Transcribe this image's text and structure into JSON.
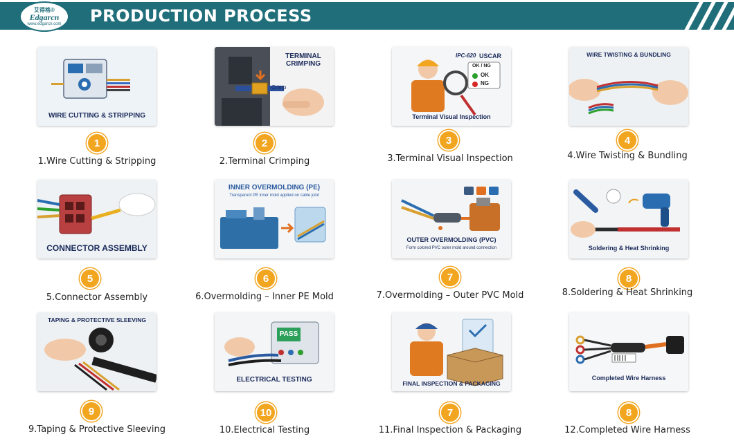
{
  "header": {
    "title": "PRODUCTION PROCESS",
    "logo_cn": "艾得格®",
    "logo_brand": "Edgarcn",
    "logo_url": "www.edgarcn.com"
  },
  "colors": {
    "banner": "#1f6e7a",
    "badge": "#f2a51f",
    "card_text": "#1a2a5a"
  },
  "steps": [
    {
      "number": "1",
      "label": "1.Wire Cutting & Stripping",
      "card_caption": "WIRE CUTTING & STRIPPING",
      "icon": "wire-cutting-machine-icon"
    },
    {
      "number": "2",
      "label": "2.Terminal Crimping",
      "card_title": "TERMINAL CRIMPING",
      "card_sub": "Crimp",
      "icon": "crimping-press-icon"
    },
    {
      "number": "3",
      "label": "3.Terminal Visual Inspection",
      "card_caption": "Terminal Visual Inspection",
      "card_tag_a": "IPC-620",
      "card_tag_b": "USCAR",
      "ok_ng": "OK / NG",
      "ok": "OK",
      "ng": "NG",
      "icon": "inspector-icon"
    },
    {
      "number": "4",
      "label": "4.Wire Twisting & Bundling",
      "card_title": "WIRE TWISTING & BUNDLING",
      "icon": "twisting-hands-icon"
    },
    {
      "number": "5",
      "label": "5.Connector Assembly",
      "card_caption": "CONNECTOR ASSEMBLY",
      "icon": "connector-icon"
    },
    {
      "number": "6",
      "label": "6.Overmolding – Inner PE Mold",
      "card_title": "INNER OVERMOLDING  (PE)",
      "card_sub": "Transparent PE inner mold applied on cable joint",
      "icon": "injection-machine-icon"
    },
    {
      "number": "7",
      "label": "7.Overmolding – Outer PVC Mold",
      "card_caption": "OUTER OVERMOLDING (PVC)",
      "card_sub": "Form colored PVC outer mold around connection",
      "icon": "outer-mold-icon"
    },
    {
      "number": "8",
      "label": "8.Soldering & Heat Shrinking",
      "card_caption": "Soldering & Heat Shrinking",
      "icon": "heat-gun-icon"
    },
    {
      "number": "9",
      "label": "9.Taping & Protective Sleeving",
      "card_title": "TAPING & PROTECTIVE SLEEVING",
      "icon": "tape-roll-icon"
    },
    {
      "number": "10",
      "label": "10.Electrical Testing",
      "card_caption": "ELECTRICAL TESTING",
      "screen": "PASS",
      "icon": "tester-icon"
    },
    {
      "number": "7",
      "label": "11.Final Inspection & Packaging",
      "card_caption": "FINAL INSPECTION & PACKAGING",
      "icon": "packaging-box-icon"
    },
    {
      "number": "8",
      "label": "12.Completed Wire Harness",
      "card_caption": "Completed Wire Harness",
      "icon": "wire-harness-icon"
    }
  ]
}
